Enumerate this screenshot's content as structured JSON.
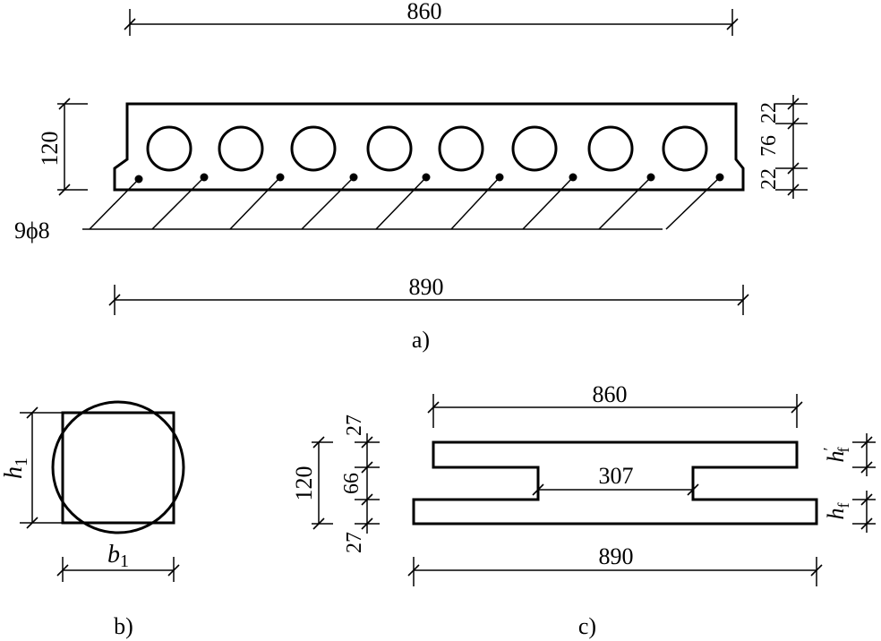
{
  "figure_a": {
    "top_width": "860",
    "bottom_width": "890",
    "height": "120",
    "top_flange": "22",
    "web": "76",
    "bottom_flange": "22",
    "rebar": "9ϕ8",
    "caption": "a)"
  },
  "figure_b": {
    "h_sym": "h",
    "h_sub": "1",
    "b_sym": "b",
    "b_sub": "1",
    "caption": "b)"
  },
  "figure_c": {
    "top_width": "860",
    "web_width": "307",
    "bottom_width": "890",
    "height": "120",
    "top_flange": "27",
    "web": "66",
    "bottom_flange": "27",
    "hf_prime_sym": "h",
    "hf_prime_sub": "f",
    "hf_prime_mark": "′",
    "hf_sym": "h",
    "hf_sub": "f",
    "caption": "c)"
  }
}
